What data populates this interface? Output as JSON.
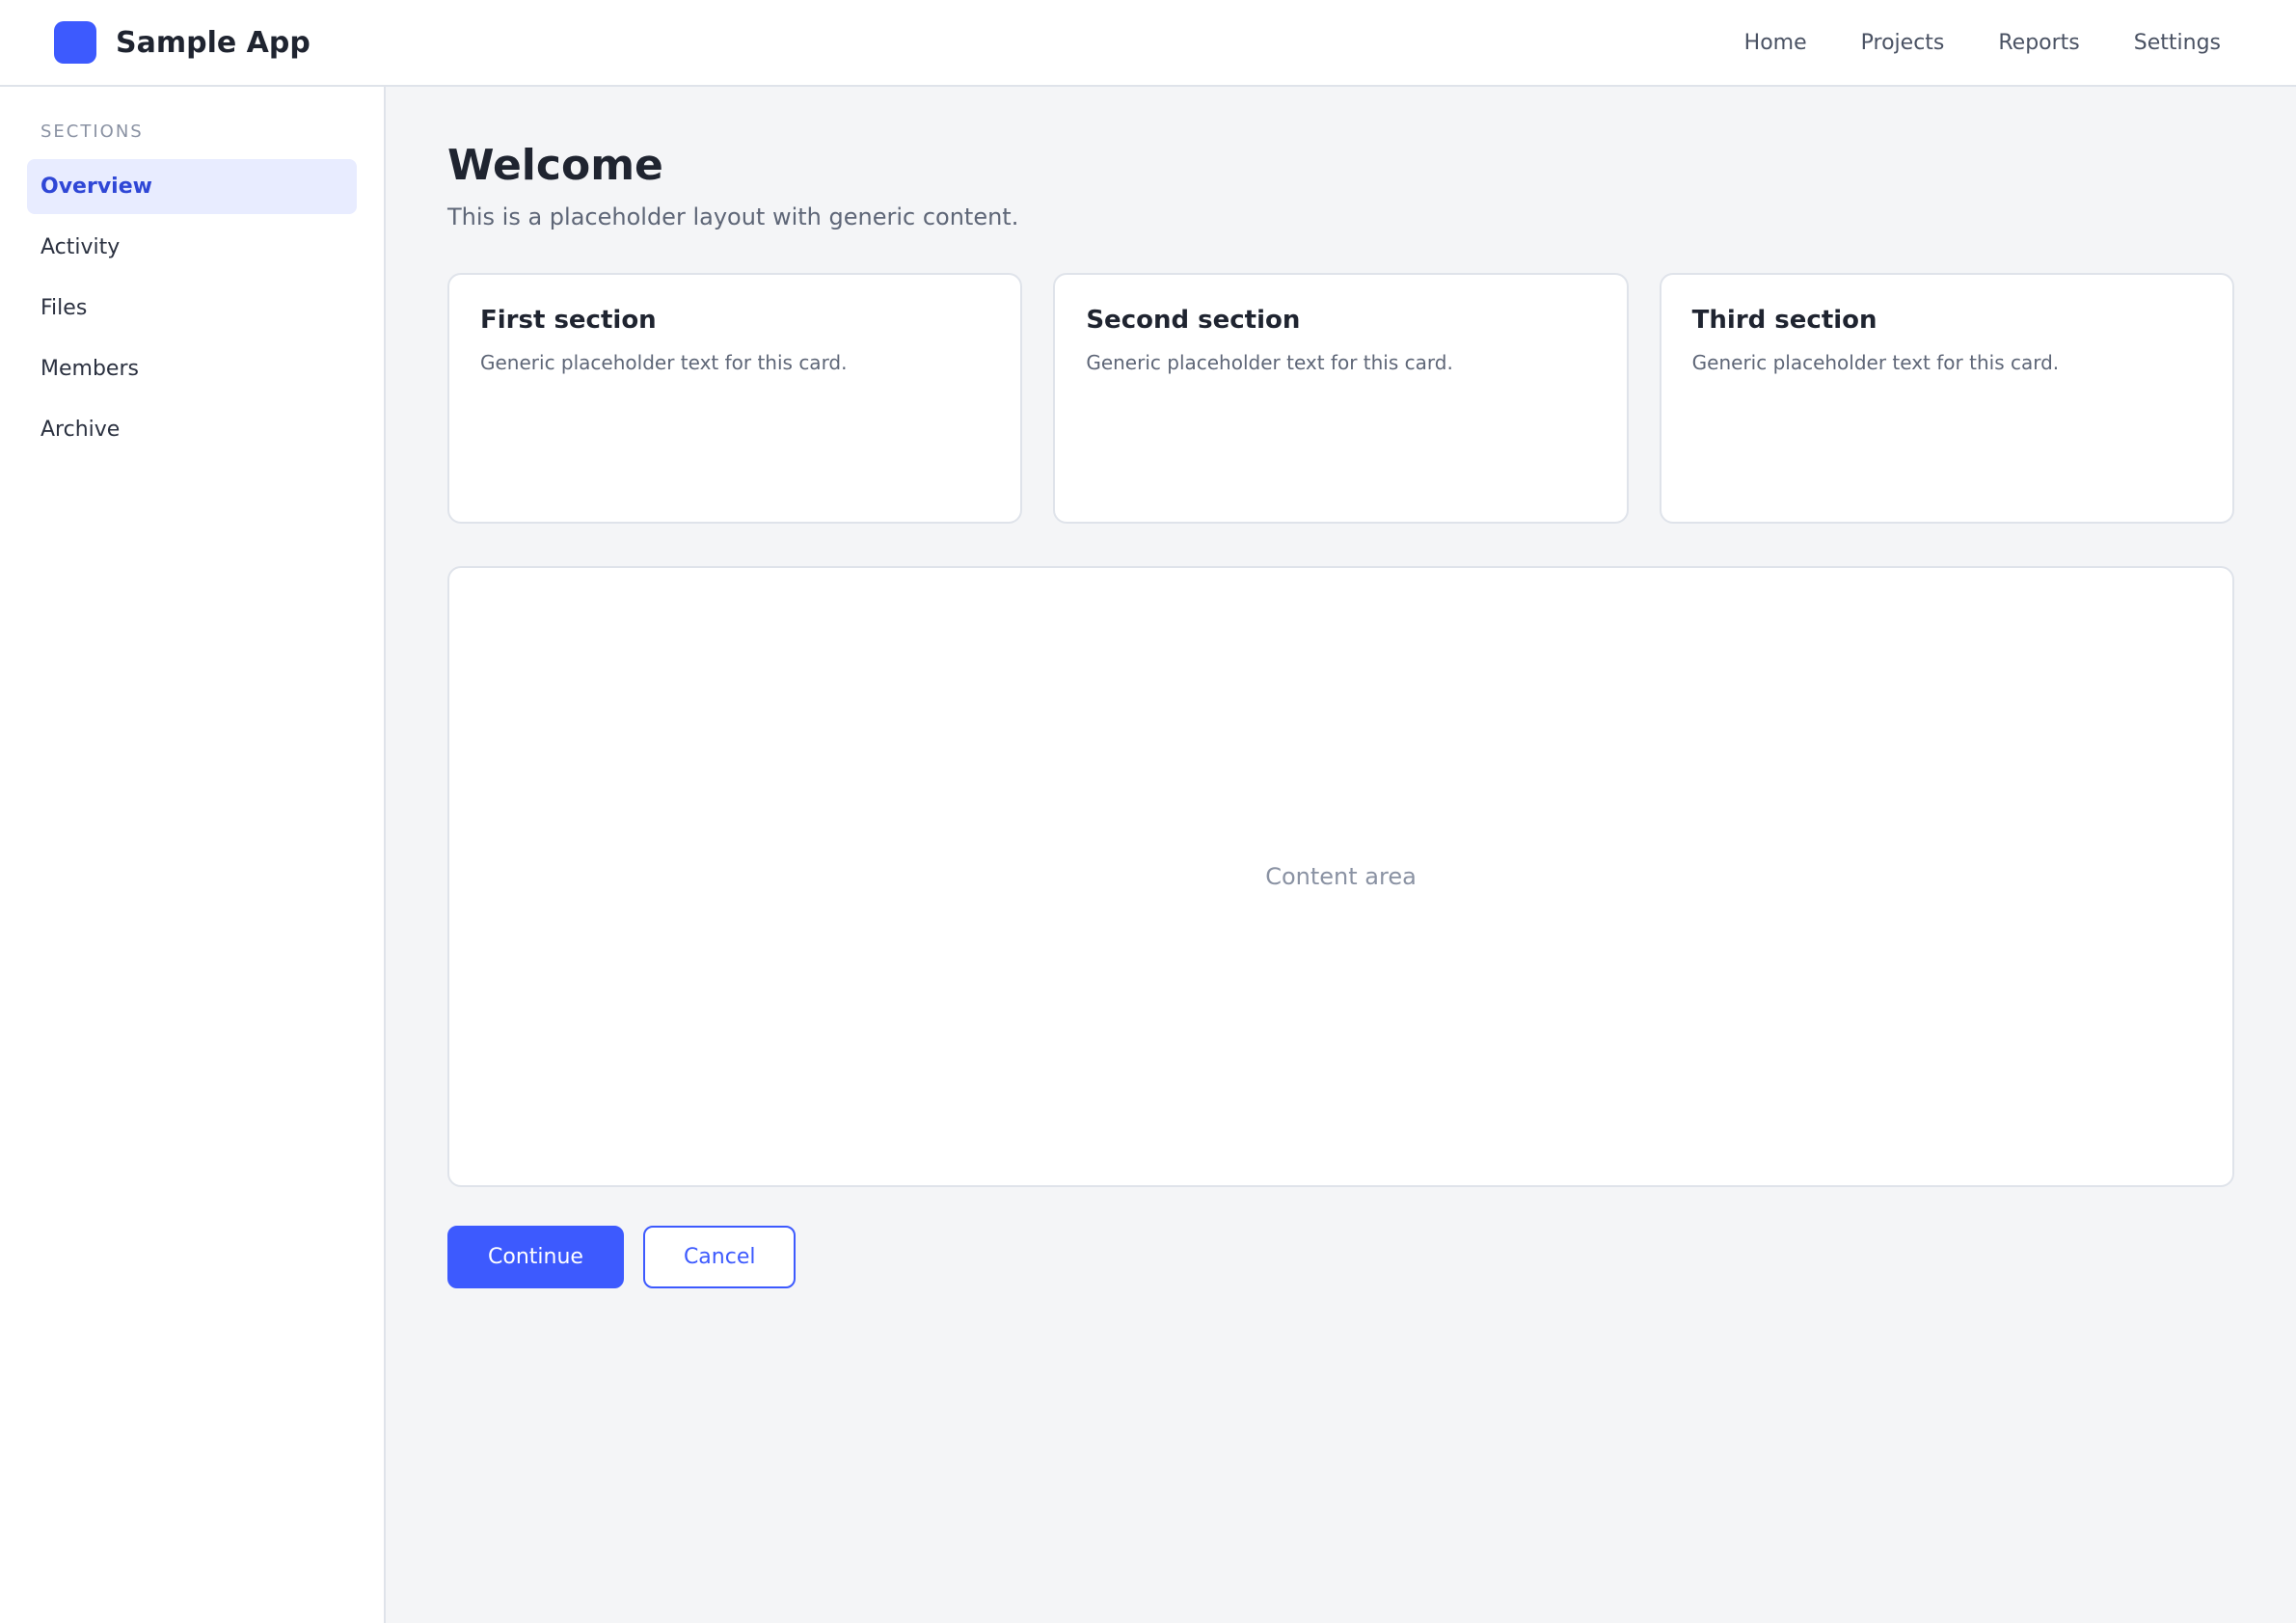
{
  "app": {
    "name": "Sample App"
  },
  "nav": [
    {
      "label": "Home"
    },
    {
      "label": "Projects"
    },
    {
      "label": "Reports"
    },
    {
      "label": "Settings"
    }
  ],
  "sidebar": {
    "title": "Sections",
    "items": [
      {
        "label": "Overview"
      },
      {
        "label": "Activity"
      },
      {
        "label": "Files"
      },
      {
        "label": "Members"
      },
      {
        "label": "Archive"
      }
    ]
  },
  "main": {
    "heading": "Welcome",
    "subheading": "This is a placeholder layout with generic content.",
    "cards": [
      {
        "title": "First section",
        "text": "Generic placeholder text for this card."
      },
      {
        "title": "Second section",
        "text": "Generic placeholder text for this card."
      },
      {
        "title": "Third section",
        "text": "Generic placeholder text for this card."
      }
    ],
    "panel_text": "Content area",
    "primary_action": "Continue",
    "secondary_action": "Cancel"
  }
}
